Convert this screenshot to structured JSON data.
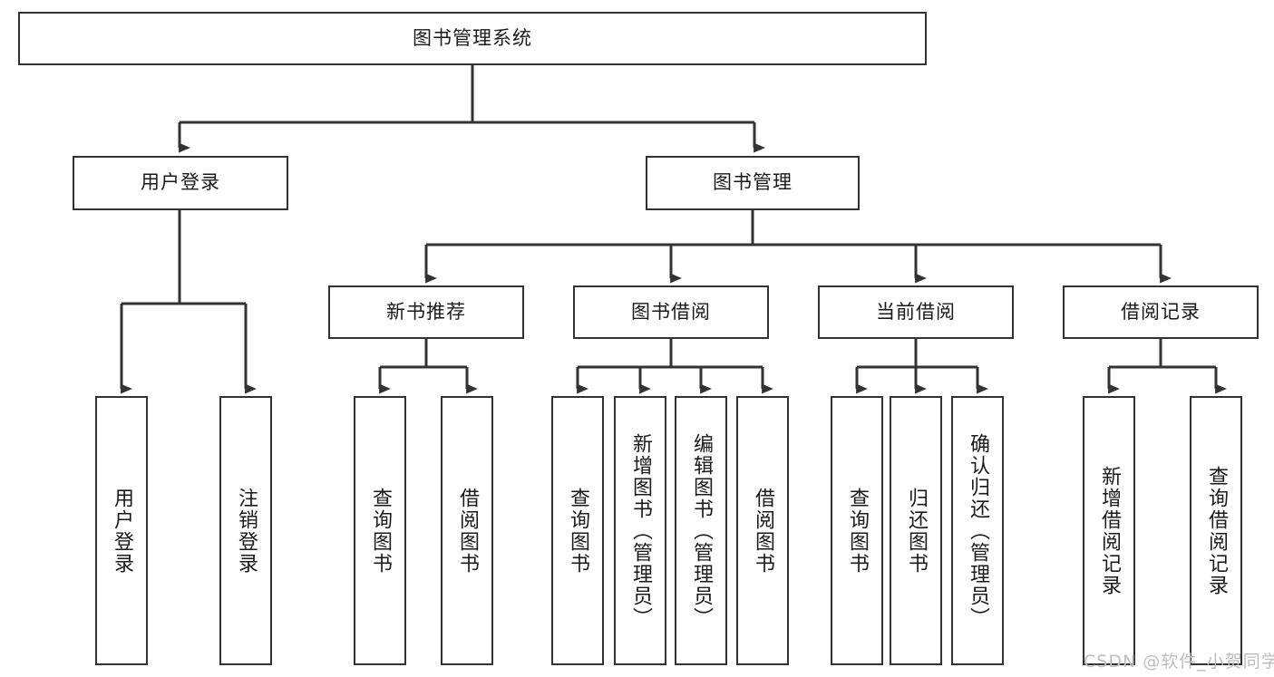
{
  "diagram": {
    "title": "图书管理系统",
    "watermark": "CSDN @软件_小贺同学",
    "colors": {
      "stroke": "#333333",
      "fill": "#ffffff",
      "text": "#1a1a1a",
      "watermark": "#bdbdbd"
    },
    "root": {
      "label": "图书管理系统"
    },
    "level2": [
      {
        "label": "用户登录"
      },
      {
        "label": "图书管理"
      }
    ],
    "level3": [
      {
        "label": "新书推荐"
      },
      {
        "label": "图书借阅"
      },
      {
        "label": "当前借阅"
      },
      {
        "label": "借阅记录"
      }
    ],
    "leaves": {
      "user_login": [
        {
          "label": "用户登录"
        },
        {
          "label": "注销登录"
        }
      ],
      "new_book": [
        {
          "label": "查询图书"
        },
        {
          "label": "借阅图书"
        }
      ],
      "book_borrow": [
        {
          "label": "查询图书"
        },
        {
          "label": "新增图书（管理员）"
        },
        {
          "label": "编辑图书（管理员）"
        },
        {
          "label": "借阅图书"
        }
      ],
      "current_borrow": [
        {
          "label": "查询图书"
        },
        {
          "label": "归还图书"
        },
        {
          "label": "确认归还（管理员）"
        }
      ],
      "borrow_record": [
        {
          "label": "新增借阅记录"
        },
        {
          "label": "查询借阅记录"
        }
      ]
    }
  }
}
